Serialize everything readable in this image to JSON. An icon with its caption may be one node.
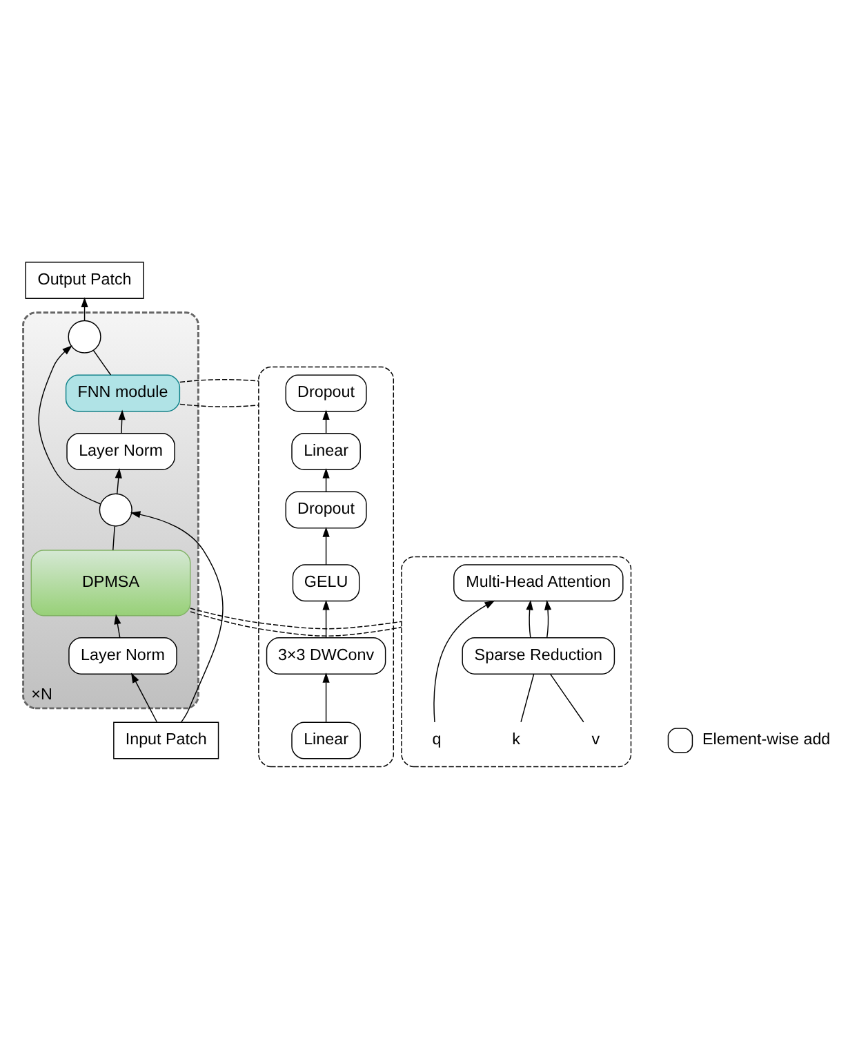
{
  "diagram": {
    "nodes": [
      {
        "text": [
          "Output Patch"
        ]
      },
      {
        "text": [
          "×N"
        ]
      },
      {
        "text": [],
        "shape": "circle",
        "in": 1
      },
      {
        "text": [
          "FNN module"
        ],
        "in": 1
      },
      {
        "text": [
          "Layer Norm"
        ],
        "in": 1
      },
      {
        "text": [],
        "shape": "circle",
        "in": 1
      },
      {
        "text": [
          "DPMSA"
        ],
        "in": 1
      },
      {
        "text": [
          "Layer Norm"
        ],
        "in": 1
      },
      {
        "text": [
          "Input Patch"
        ]
      },
      {
        "text": [],
        "shape": "box"
      },
      {
        "text": [
          "Dropout"
        ],
        "in": 9
      },
      {
        "text": [
          "Linear"
        ],
        "in": 9
      },
      {
        "text": [
          "Dropout"
        ],
        "in": 9
      },
      {
        "text": [
          "GELU"
        ],
        "in": 9
      },
      {
        "text": [
          "3×3 DWConv"
        ],
        "in": 9
      },
      {
        "text": [
          "Linear"
        ],
        "in": 9
      },
      {
        "text": [],
        "shape": "box"
      },
      {
        "text": [
          "Multi-Head Attention"
        ],
        "in": 16
      },
      {
        "text": [
          "Sparse Reduction"
        ],
        "in": 16
      },
      {
        "text": [
          "q"
        ],
        "in": 16
      },
      {
        "text": [
          "k"
        ],
        "in": 16
      },
      {
        "text": [
          "v"
        ],
        "in": 16
      }
    ],
    "edges": [
      {
        "from": 8,
        "to": 7,
        "arrow": "to"
      },
      {
        "from": 7,
        "to": 6,
        "arrow": "to"
      },
      {
        "from": 6,
        "to": 5,
        "arrow": "none"
      },
      {
        "from": 8,
        "to": 5,
        "arrow": "to"
      },
      {
        "from": 5,
        "to": 4,
        "arrow": "to"
      },
      {
        "from": 5,
        "to": 2,
        "arrow": "to"
      },
      {
        "from": 4,
        "to": 3,
        "arrow": "to"
      },
      {
        "from": 3,
        "to": 2,
        "arrow": "none"
      },
      {
        "from": 2,
        "to": 0,
        "arrow": "to"
      },
      {
        "from": 3,
        "to": 9,
        "arrow": "none",
        "style": "dashed"
      },
      {
        "from": 3,
        "to": 9,
        "arrow": "none",
        "style": "dashed"
      },
      {
        "from": 6,
        "to": 16,
        "arrow": "none",
        "style": "dashed"
      },
      {
        "from": 6,
        "to": 16,
        "arrow": "none",
        "style": "dashed"
      },
      {
        "from": 15,
        "to": 14,
        "arrow": "to"
      },
      {
        "from": 14,
        "to": 13,
        "arrow": "to"
      },
      {
        "from": 13,
        "to": 12,
        "arrow": "to"
      },
      {
        "from": 12,
        "to": 11,
        "arrow": "to"
      },
      {
        "from": 11,
        "to": 10,
        "arrow": "to"
      },
      {
        "from": 19,
        "to": 17,
        "arrow": "to"
      },
      {
        "from": 20,
        "to": 18,
        "arrow": "none"
      },
      {
        "from": 21,
        "to": 18,
        "arrow": "none"
      },
      {
        "from": 18,
        "to": 17,
        "arrow": "to"
      },
      {
        "from": 18,
        "to": 17,
        "arrow": "to"
      }
    ],
    "legend": [
      {
        "text": "Element-wise add"
      }
    ]
  }
}
